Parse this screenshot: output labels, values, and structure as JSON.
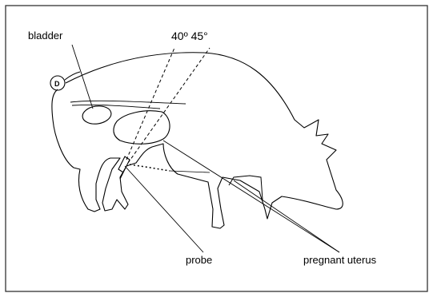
{
  "labels": {
    "bladder": "bladder",
    "angle": "40º 45°",
    "probe": "probe",
    "uterus": "pregnant uterus",
    "tail_mark": "D"
  },
  "colors": {
    "stroke": "#000000",
    "frame": "#333333",
    "background": "#ffffff"
  }
}
